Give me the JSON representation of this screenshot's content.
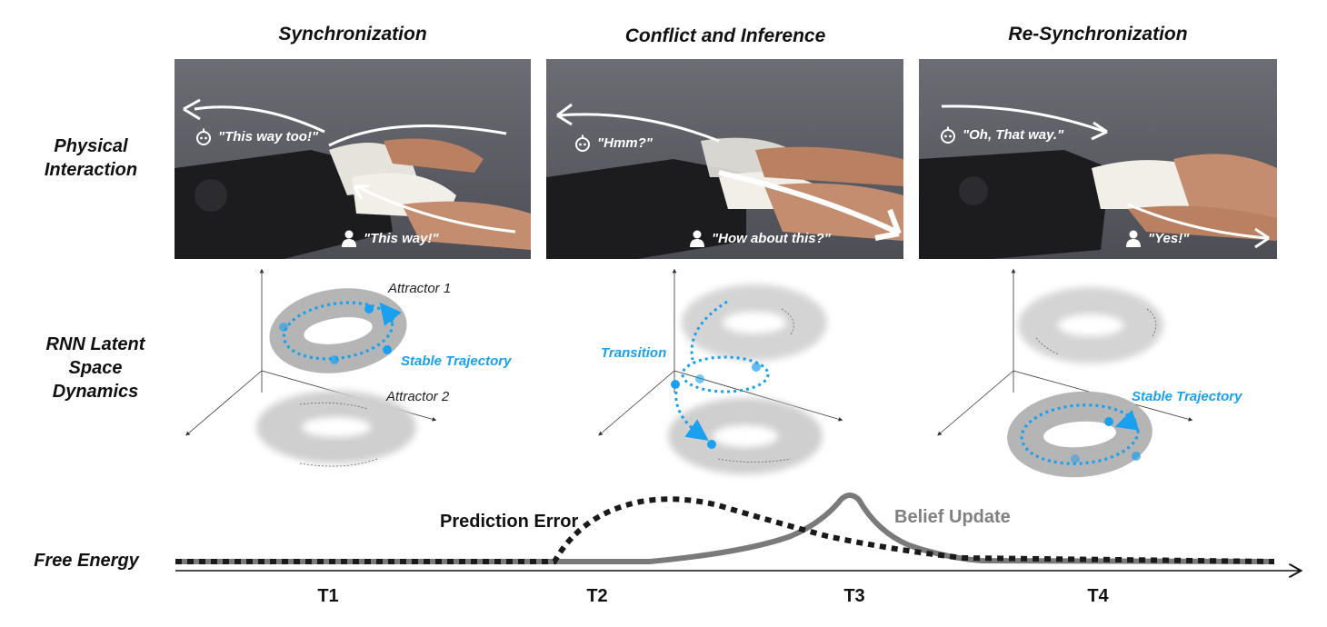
{
  "stages": [
    {
      "title": "Synchronization"
    },
    {
      "title": "Conflict and Inference"
    },
    {
      "title": "Re-Synchronization"
    }
  ],
  "rows": {
    "physical": "Physical Interaction",
    "rnn": "RNN Latent Space Dynamics",
    "free_energy": "Free Energy"
  },
  "photos": [
    {
      "robot_says": "\"This way too!\"",
      "human_says": "\"This way!\""
    },
    {
      "robot_says": "\"Hmm?\"",
      "human_says": "\"How about this?\""
    },
    {
      "robot_says": "\"Oh, That way.\"",
      "human_says": "\"Yes!\""
    }
  ],
  "latent": {
    "attractor1": "Attractor 1",
    "attractor2": "Attractor 2",
    "stable_trajectory": "Stable Trajectory",
    "transition": "Transition"
  },
  "free_energy": {
    "prediction_error": "Prediction Error",
    "belief_update": "Belief Update",
    "ticks": [
      "T1",
      "T2",
      "T3",
      "T4"
    ]
  },
  "colors": {
    "accent_blue": "#1aa0ee",
    "attractor_gray": "#c8c8c8",
    "belief_gray": "#7a7a7a",
    "error_black": "#1a1a1a"
  },
  "icons": [
    "robot-icon",
    "person-icon"
  ]
}
